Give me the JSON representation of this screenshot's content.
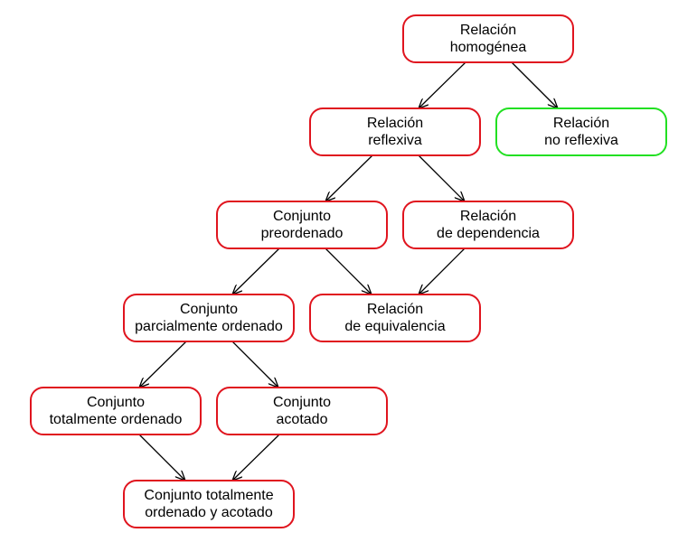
{
  "diagram": {
    "colors": {
      "default_border": "#e0141e",
      "alt_border": "#22e022",
      "arrow": "#000000"
    },
    "nodes": [
      {
        "id": "homogenea",
        "lines": [
          "Relación",
          "homogénea"
        ],
        "style": "default"
      },
      {
        "id": "reflexiva",
        "lines": [
          "Relación",
          "reflexiva"
        ],
        "style": "default"
      },
      {
        "id": "no-reflexiva",
        "lines": [
          "Relación",
          "no reflexiva"
        ],
        "style": "alt"
      },
      {
        "id": "preordenado",
        "lines": [
          "Conjunto",
          "preordenado"
        ],
        "style": "default"
      },
      {
        "id": "dependencia",
        "lines": [
          "Relación",
          "de dependencia"
        ],
        "style": "default"
      },
      {
        "id": "parcial",
        "lines": [
          "Conjunto",
          "parcialmente ordenado"
        ],
        "style": "default"
      },
      {
        "id": "equivalencia",
        "lines": [
          "Relación",
          "de equivalencia"
        ],
        "style": "default"
      },
      {
        "id": "total",
        "lines": [
          "Conjunto",
          "totalmente ordenado"
        ],
        "style": "default"
      },
      {
        "id": "acotado",
        "lines": [
          "Conjunto",
          "acotado"
        ],
        "style": "default"
      },
      {
        "id": "total-acotado",
        "lines": [
          "Conjunto totalmente",
          "ordenado y acotado"
        ],
        "style": "default"
      }
    ],
    "edges": [
      {
        "from": "homogenea",
        "to": "reflexiva"
      },
      {
        "from": "homogenea",
        "to": "no-reflexiva"
      },
      {
        "from": "reflexiva",
        "to": "preordenado"
      },
      {
        "from": "reflexiva",
        "to": "dependencia"
      },
      {
        "from": "preordenado",
        "to": "parcial"
      },
      {
        "from": "preordenado",
        "to": "equivalencia"
      },
      {
        "from": "dependencia",
        "to": "equivalencia"
      },
      {
        "from": "parcial",
        "to": "total"
      },
      {
        "from": "parcial",
        "to": "acotado"
      },
      {
        "from": "total",
        "to": "total-acotado"
      },
      {
        "from": "acotado",
        "to": "total-acotado"
      }
    ]
  }
}
